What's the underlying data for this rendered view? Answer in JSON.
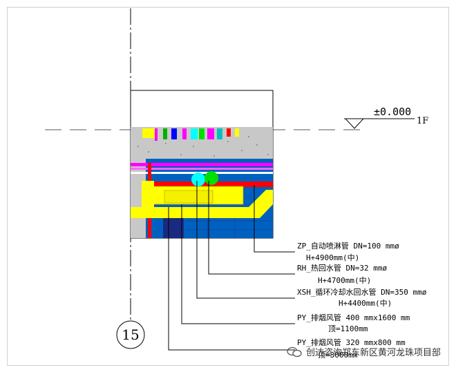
{
  "elevation": {
    "value": "±0.000",
    "floor": "1F"
  },
  "grid_axis": "15",
  "annotations": [
    {
      "line1": "ZP_自动喷淋管 DN=100 mmø",
      "line2": "H+4900mm(中)"
    },
    {
      "line1": "RH_热回水管 DN=32 mmø",
      "line2": "H+4700mm(中)"
    },
    {
      "line1": "XSH_循环冷却水回水管 DN=350 mmø",
      "line2": "H+4400mm(中)"
    },
    {
      "line1": "PY_排烟风管 400 mmx1600 mm",
      "line2": "顶=1100mm"
    },
    {
      "line1": "PY_排烟风管 320 mmx800 mm",
      "line2": "顶=3000mm"
    }
  ],
  "watermark": "创达咨询郑东新区黄河龙珠项目部",
  "colors": {
    "duct_yellow": "#ffff00",
    "floor_gray": "#c8c8c8",
    "wall_blue": "#0060c0",
    "pipe_red": "#ff0000",
    "pipe_magenta": "#ff00ff",
    "pipe_cyan": "#00ffff",
    "pipe_green": "#00e000"
  }
}
